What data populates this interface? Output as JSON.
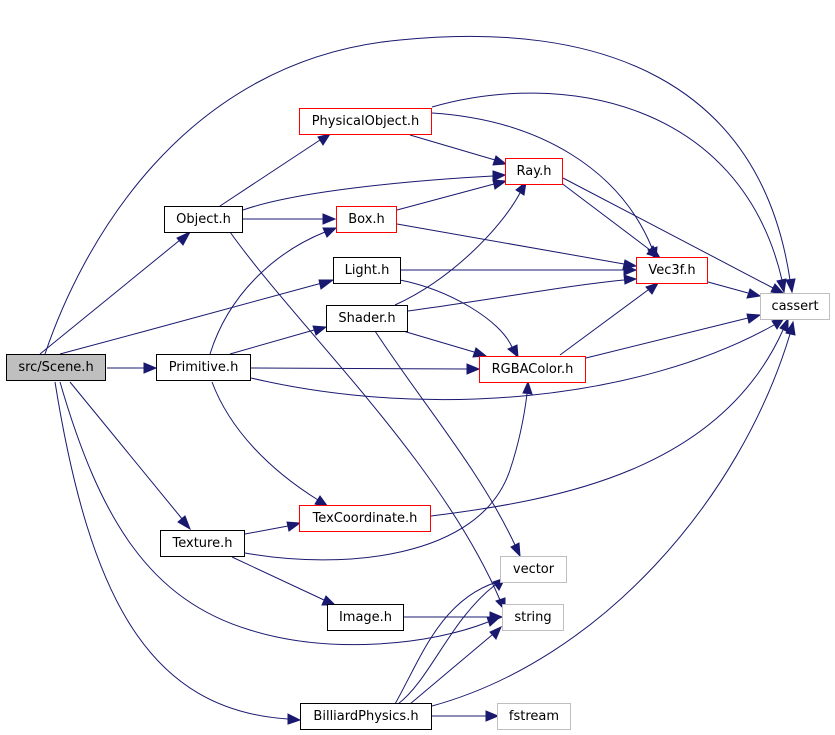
{
  "nodes": {
    "scene": "src/Scene.h",
    "object": "Object.h",
    "physicalobject": "PhysicalObject.h",
    "ray": "Ray.h",
    "box": "Box.h",
    "light": "Light.h",
    "vec3f": "Vec3f.h",
    "cassert": "cassert",
    "shader": "Shader.h",
    "primitive": "Primitive.h",
    "rgbacolor": "RGBAColor.h",
    "texcoordinate": "TexCoordinate.h",
    "texture": "Texture.h",
    "vector": "vector",
    "image": "Image.h",
    "string": "string",
    "billiardphysics": "BilliardPhysics.h",
    "fstream": "fstream"
  },
  "colors": {
    "edge": "#191970",
    "documented_border": "#000000",
    "undocumented_border": "#ff0000",
    "external_border": "#bfbfbf",
    "root_fill": "#bfbfbf"
  }
}
